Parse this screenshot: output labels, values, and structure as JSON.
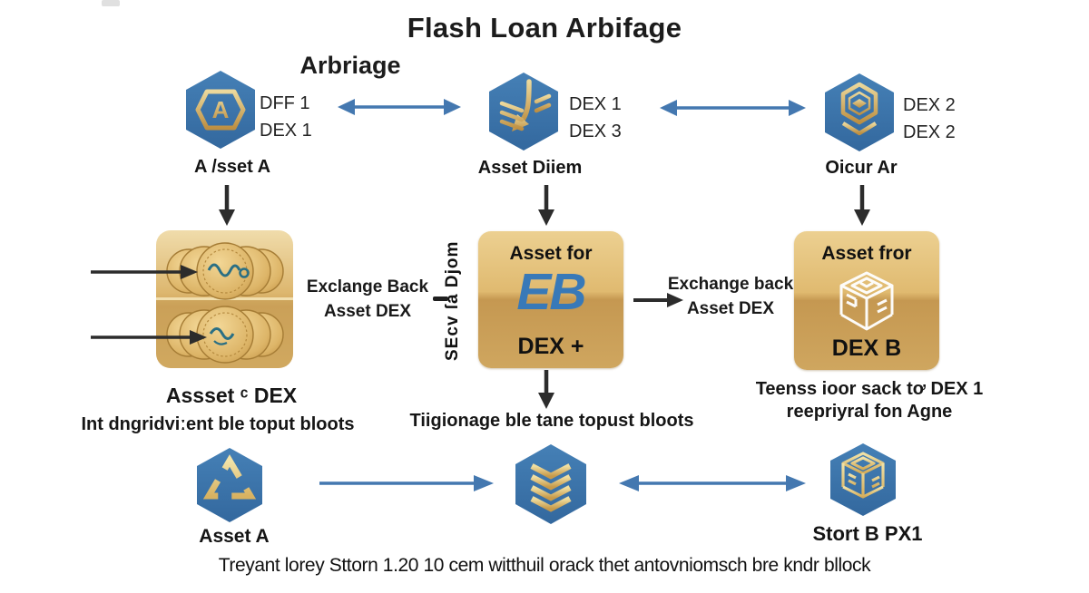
{
  "title": "Flash Loan Arbifage",
  "subtitle": "Arbriage",
  "top": {
    "left": {
      "icon_letter": "A",
      "label1": "DFF 1",
      "label2": "DEX 1",
      "caption": "A /sset A"
    },
    "mid": {
      "label1": "DEX 1",
      "label2": "DEX 3",
      "caption": "Asset Diiem"
    },
    "right": {
      "label1": "DEX 2",
      "label2": "DEX 2",
      "caption": "Oicur Ar"
    }
  },
  "middle": {
    "exchange_left": {
      "line1": "Exclange Back",
      "line2": "Asset DEX"
    },
    "center_box": {
      "top": "Asset for",
      "big": "EB",
      "bottom": "DEX +",
      "side": "SEcv ſa Djom"
    },
    "exchange_right": {
      "line1": "Exchange back",
      "line2": "Asset DEX"
    },
    "right_box": {
      "top": "Asset fror",
      "bottom": "DEX B"
    },
    "coins_caption": "Assset ᶜ DEX",
    "coins_note": "Int dngridviːent ble toput bloots",
    "center_note": "Tiigionage ble tane topust bloots",
    "right_note1": "Teenss ioor sack tơ DEX 1",
    "right_note2": "reepriyral fon Agne"
  },
  "bottom": {
    "left_caption": "Asset A",
    "right_caption": "Stort B PX1",
    "footer": "Treyant lorey Sttorn 1.20 10 cem witthuil orack thet antovniomsch bre kndr bllock"
  },
  "icons": [
    "hexagon-a-icon",
    "hexagon-branch-down-icon",
    "hexagon-layers-icon",
    "coins-icon",
    "cube-outline-white-icon",
    "hexagon-triangle-icon",
    "hexagon-chevrons-icon",
    "hexagon-cube-icon"
  ],
  "colors": {
    "hex_blue": "#3b76b0",
    "gold": "#d8b566",
    "arrow_blue": "#4478b0",
    "eb_blue": "#3879b8",
    "black_arrow": "#2c2c2c"
  }
}
